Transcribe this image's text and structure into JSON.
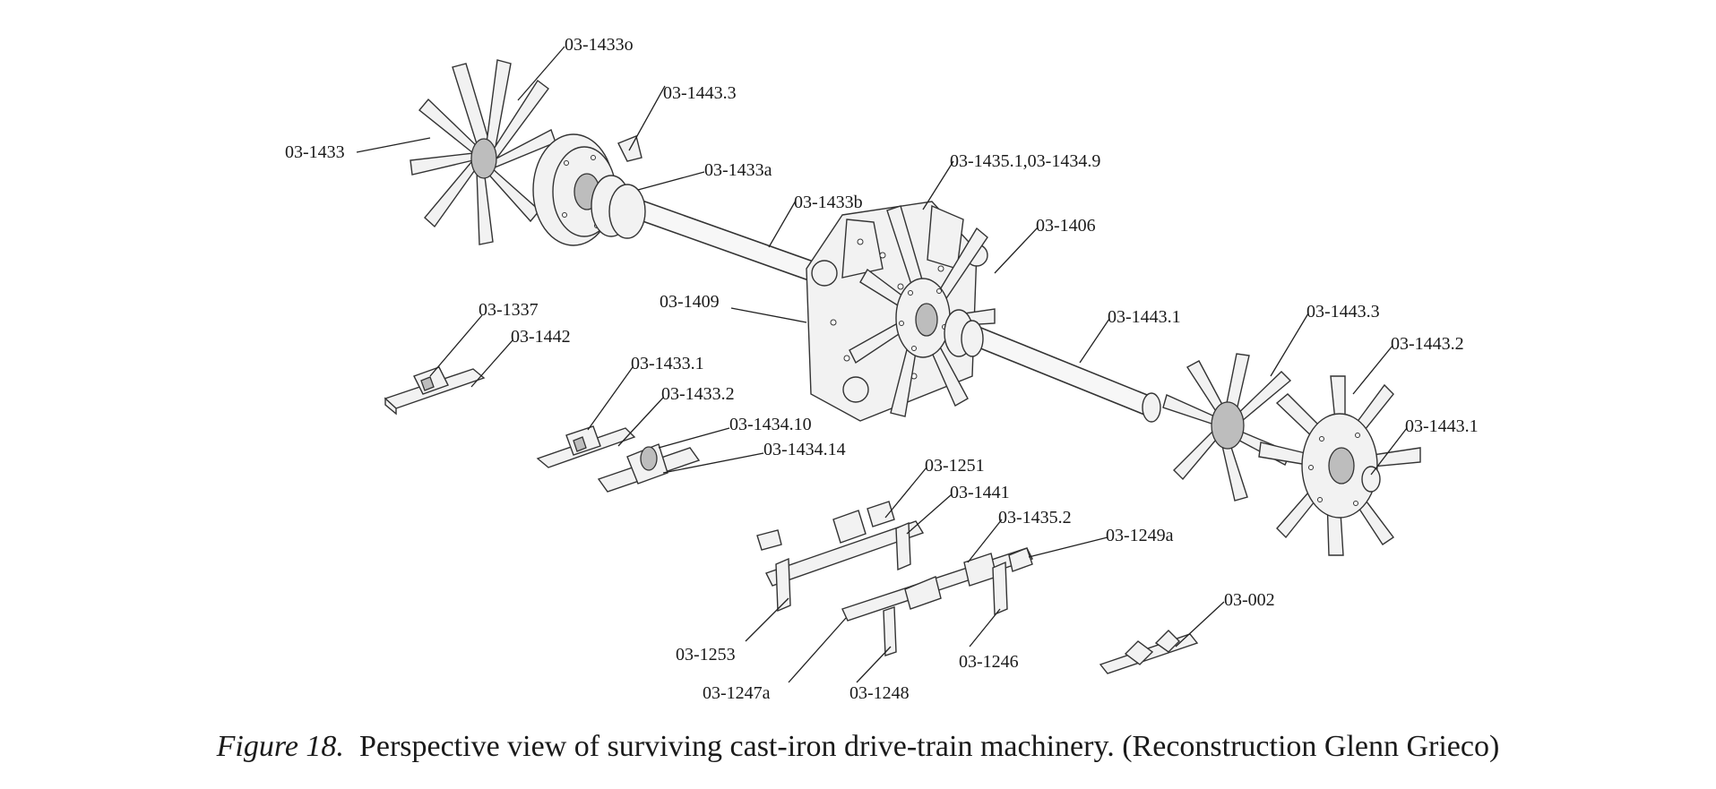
{
  "figure": {
    "labels": {
      "l_1433o": "03-1433o",
      "l_1443_3_top": "03-1443.3",
      "l_1433": "03-1433",
      "l_1433a": "03-1433a",
      "l_1435_1": "03-1435.1,03-1434.9",
      "l_1433b": "03-1433b",
      "l_1406": "03-1406",
      "l_1337": "03-1337",
      "l_1409": "03-1409",
      "l_1442": "03-1442",
      "l_1443_1_mid": "03-1443.1",
      "l_1443_3_right": "03-1443.3",
      "l_1443_2": "03-1443.2",
      "l_1433_1": "03-1433.1",
      "l_1433_2": "03-1433.2",
      "l_1434_10": "03-1434.10",
      "l_1443_1_right": "03-1443.1",
      "l_1434_14": "03-1434.14",
      "l_1251": "03-1251",
      "l_1441": "03-1441",
      "l_1435_2": "03-1435.2",
      "l_1249a": "03-1249a",
      "l_002": "03-002",
      "l_1253": "03-1253",
      "l_1246": "03-1246",
      "l_1247a": "03-1247a",
      "l_1248": "03-1248"
    }
  },
  "caption": {
    "figure_number": "Figure 18.",
    "text": "Perspective view of surviving cast-iron drive-train machinery. (Reconstruction Glenn Grieco)"
  }
}
